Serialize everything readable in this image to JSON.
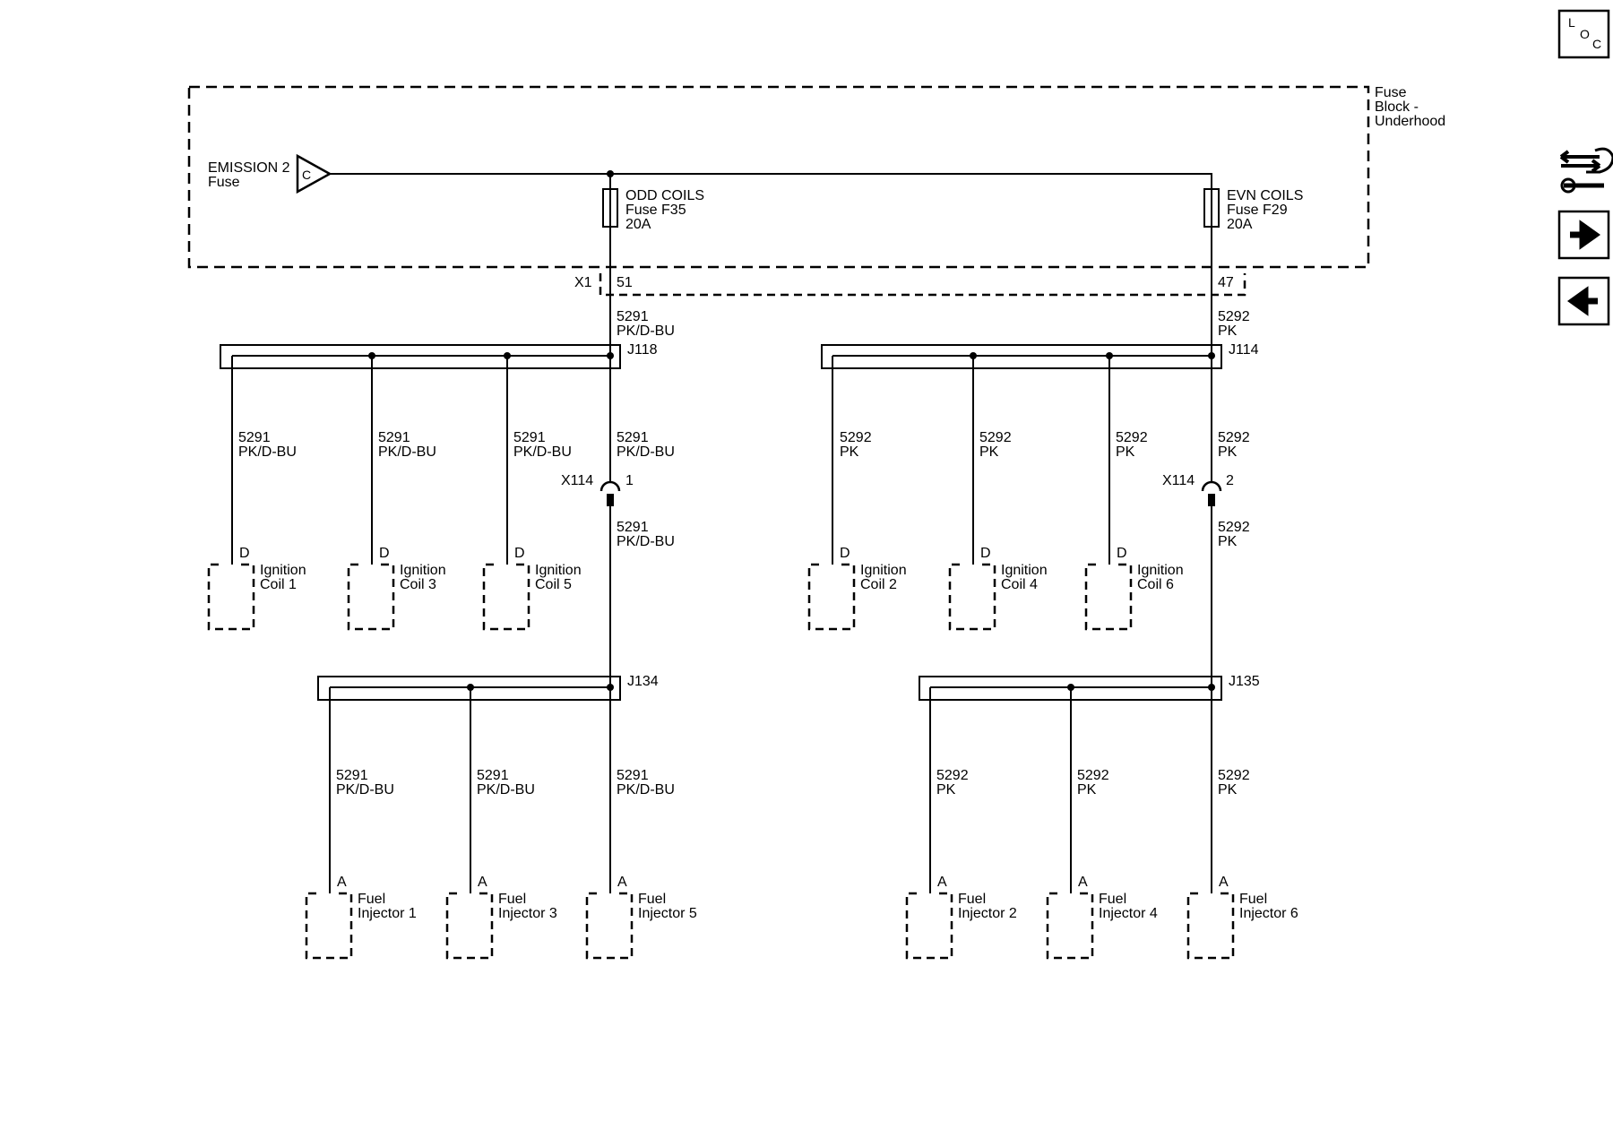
{
  "nav": {
    "loc_label": [
      "L",
      "O",
      "C"
    ],
    "icons": [
      "harness-routing-icon",
      "next-arrow-icon",
      "previous-arrow-icon"
    ]
  },
  "fuse_block": {
    "label": [
      "Fuse",
      "Block -",
      "Underhood"
    ],
    "supply": {
      "label": [
        "EMISSION 2",
        "Fuse"
      ],
      "pin": "C"
    },
    "fuses": [
      {
        "name": "ODD COILS",
        "id": "Fuse F35",
        "rating": "20A"
      },
      {
        "name": "EVN COILS",
        "id": "Fuse F29",
        "rating": "20A"
      }
    ],
    "connector": "X1",
    "pins": [
      "51",
      "47"
    ]
  },
  "circuits": {
    "odd": {
      "number": "5291",
      "color": "PK/D-BU"
    },
    "even": {
      "number": "5292",
      "color": "PK"
    }
  },
  "splices": {
    "odd_coils": "J118",
    "even_coils": "J114",
    "odd_injectors": "J134",
    "even_injectors": "J135"
  },
  "inline_connectors": [
    {
      "name": "X114",
      "pin": "1"
    },
    {
      "name": "X114",
      "pin": "2"
    }
  ],
  "ignition_coils": [
    {
      "pin": "D",
      "label": [
        "Ignition",
        "Coil 1"
      ]
    },
    {
      "pin": "D",
      "label": [
        "Ignition",
        "Coil 3"
      ]
    },
    {
      "pin": "D",
      "label": [
        "Ignition",
        "Coil 5"
      ]
    },
    {
      "pin": "D",
      "label": [
        "Ignition",
        "Coil 2"
      ]
    },
    {
      "pin": "D",
      "label": [
        "Ignition",
        "Coil 4"
      ]
    },
    {
      "pin": "D",
      "label": [
        "Ignition",
        "Coil 6"
      ]
    }
  ],
  "fuel_injectors": [
    {
      "pin": "A",
      "label": [
        "Fuel",
        "Injector 1"
      ]
    },
    {
      "pin": "A",
      "label": [
        "Fuel",
        "Injector 3"
      ]
    },
    {
      "pin": "A",
      "label": [
        "Fuel",
        "Injector 5"
      ]
    },
    {
      "pin": "A",
      "label": [
        "Fuel",
        "Injector 2"
      ]
    },
    {
      "pin": "A",
      "label": [
        "Fuel",
        "Injector 4"
      ]
    },
    {
      "pin": "A",
      "label": [
        "Fuel",
        "Injector 6"
      ]
    }
  ]
}
